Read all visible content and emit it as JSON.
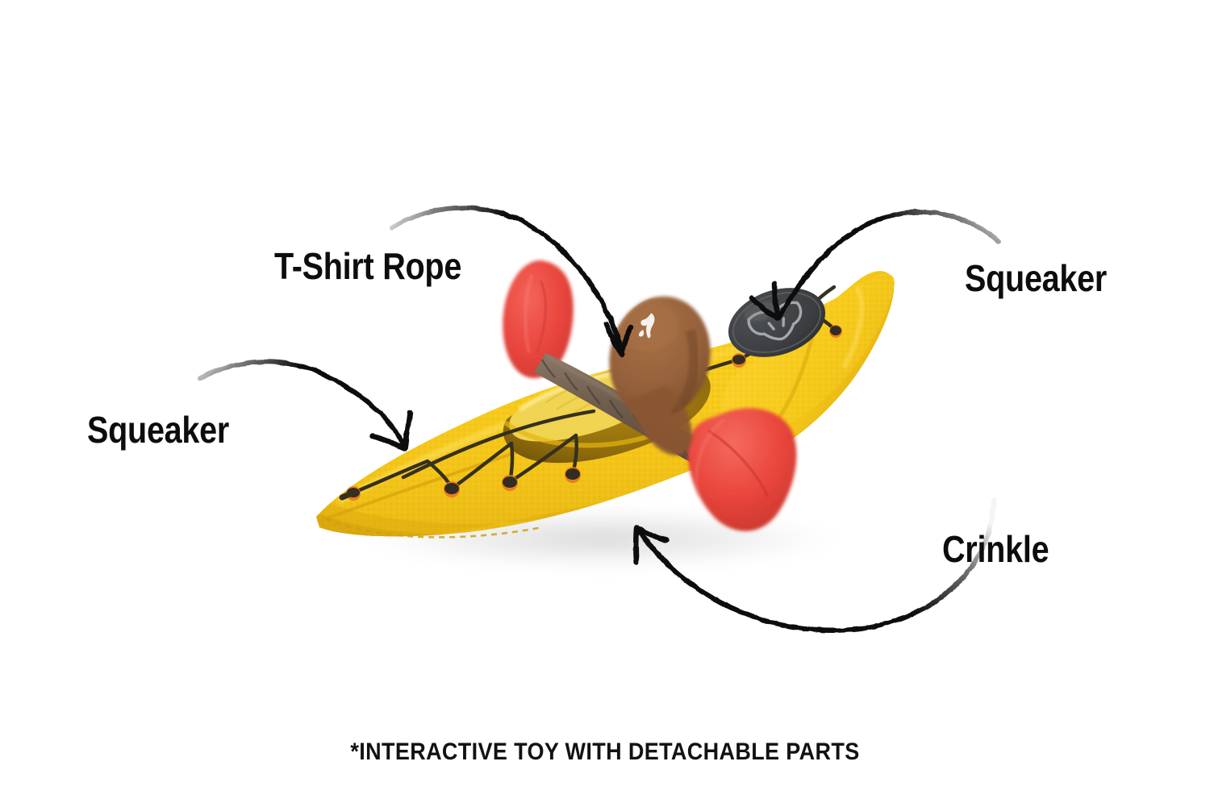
{
  "page": {
    "background_color": "#ffffff",
    "footnote": "*INTERACTIVE TOY WITH DETACHABLE PARTS"
  },
  "callouts": [
    {
      "id": "t-shirt-rope",
      "label": "T-Shirt Rope",
      "position": "upper-left",
      "points_to": "paddle-shaft"
    },
    {
      "id": "squeaker-right",
      "label": "Squeaker",
      "position": "upper-right",
      "points_to": "deck-logo-patch"
    },
    {
      "id": "squeaker-left",
      "label": "Squeaker",
      "position": "mid-left",
      "points_to": "kayak-bow-deck"
    },
    {
      "id": "crinkle",
      "label": "Crinkle",
      "position": "lower-right",
      "points_to": "kayak-hull"
    }
  ],
  "product": {
    "name": "plush kayak dog toy",
    "colors": {
      "hull_yellow": "#f6cb1b",
      "hull_yellow_light": "#ffe14a",
      "hull_yellow_shadow": "#e0ae10",
      "cockpit_dark": "#c89a16",
      "paddle_red": "#e8453c",
      "paddle_red_dark": "#cf352e",
      "paddle_shaft_brown": "#6d5b4b",
      "figure_brown": "#96603b",
      "figure_brown_dark": "#7b4d2e",
      "patch_grey": "#3f4144",
      "patch_logo_grey": "#9aa0a2",
      "bungee_dark": "#3a3526",
      "bungee_anchor_orange": "#e8761f",
      "arrow_black": "#111111",
      "shadow_grey": "#e6e6e6"
    },
    "parts": [
      "kayak hull",
      "cockpit opening",
      "bungee deck rigging",
      "logo patch",
      "paddle with two red blades",
      "brown plush paddler"
    ]
  }
}
